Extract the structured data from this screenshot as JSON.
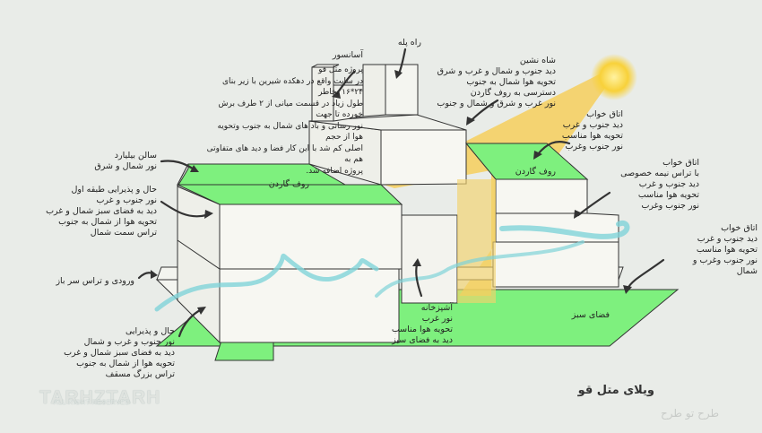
{
  "project_text": "پروژه متل قو\nدر سایت واقع در دهکده شیرین با زیر بنای ۲۴*۱۶ بخاطر\nطول زیاد در قسمت میانی از ۲ طرف برش خورده تا جهت\nنور رسانی و باد های شمال به جنوب وتحویه هوا از حجم\nاصلی کم شد با این کار فضا و دید های متفاوتی هم به\nپروژه اضافه شد.",
  "labels": {
    "stairs": "راه پله",
    "elevator": "آسانسور",
    "shahneshin": "شاه نشین\nدید جنوب و شمال و غرب و شرق\nتحویه هوا شمال به جنوب\nدسترسی به روف گاردن\nنور غرب و شرق و شمال و جنوب",
    "bedroom1": "اتاق خواب\nدید جنوب و غرب\nتحویه هوا مناسب\nنور جنوب وغرب",
    "bedroom2": "اتاق خواب\nبا تراس نیمه خصوصی\nدید جنوب و غرب\nتحویه هوا مناسب\nنور جنوب وغرب",
    "bedroom3": "اتاق خواب\nدید جنوب و غرب\nتحویه هوا مناسب\nنور جنوب وغرب و\nشمال",
    "billiard": "سالن بیلیارد\nنور شمال و شرق",
    "hall1": "حال و پذیرایی طبقه اول\nنور جنوب و غرب\nدید به فضای سبز شمال و غرب\nتحویه هوا از شمال به جنوب\nتراس سمت شمال",
    "entrance": "ورودی و تراس سر باز",
    "hall0": "حال و پذیرایی\nنور جنوب و غرب و شمال\nدید به فضای سبز شمال و غرب\nتحویه هوا از شمال به جنوب\nتراس بزرگ مسقف",
    "kitchen": "آشپزخانه\nنور غرب\nتحویه هوا مناسب\nدید به فضای سبز",
    "roof_left": "روف گاردن",
    "roof_right": "روف گاردن",
    "green": "فضای سبز"
  },
  "title": "ویلای متل قو",
  "brand": {
    "name": "TARHZTARH",
    "sub": "ALL RIGHT RESERVED"
  },
  "watermark": "طرح تو طرح",
  "colors": {
    "bg": "#e9ece8",
    "green": "#7ef07e",
    "sun": "#f7cb4a",
    "wind": "#7fd3d8",
    "line": "#333333"
  }
}
